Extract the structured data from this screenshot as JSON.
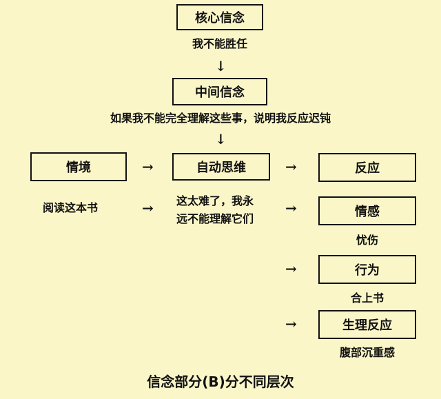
{
  "diagram": {
    "core_belief": {
      "label": "核心信念",
      "example": "我不能胜任"
    },
    "intermediate_belief": {
      "label": "中间信念",
      "example": "如果我不能完全理解这些事，说明我反应迟钝"
    },
    "situation": {
      "label": "情境",
      "example": "阅读这本书"
    },
    "automatic_thought": {
      "label": "自动思维",
      "example_line1": "这太难了，我永",
      "example_line2": "远不能理解它们"
    },
    "reaction": {
      "label": "反应"
    },
    "emotion": {
      "label": "情感",
      "example": "忧伤"
    },
    "behavior": {
      "label": "行为",
      "example": "合上书"
    },
    "physiological": {
      "label": "生理反应",
      "example": "腹部沉重感"
    },
    "caption": "信念部分(B)分不同层次",
    "arrow_down_glyph": "↓",
    "arrow_right_glyph": "→"
  }
}
